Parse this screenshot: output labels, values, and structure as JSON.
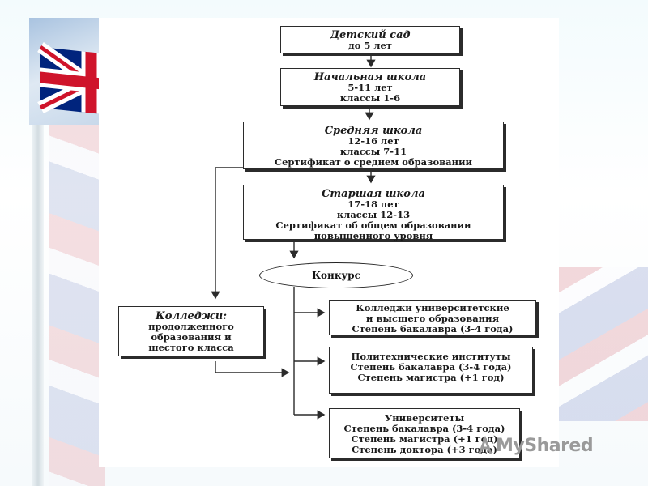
{
  "nodes": {
    "kindergarten": {
      "title": "Детский сад",
      "lines": [
        "до 5 лет"
      ]
    },
    "primary": {
      "title": "Начальная школа",
      "lines": [
        "5-11 лет",
        "классы 1-6"
      ]
    },
    "secondary": {
      "title": "Средняя школа",
      "lines": [
        "12-16 лет",
        "классы 7-11",
        "Сертификат о среднем образовании"
      ]
    },
    "senior": {
      "title": "Старшая школа",
      "lines": [
        "17-18 лет",
        "классы 12-13",
        "Сертификат об общем образовании",
        "повышенного уровня"
      ]
    },
    "contest": {
      "title": "Конкурс"
    },
    "colleges": {
      "title": "Колледжи:",
      "lines": [
        "продолженного",
        "образования и",
        "шестого класса"
      ]
    },
    "univ_colleges": {
      "lines": [
        "Колледжи университетские",
        "и высшего образования",
        "Степень бакалавра (3-4 года)"
      ]
    },
    "polytechnics": {
      "lines": [
        "Политехнические институты",
        "Степень бакалавра (3-4 года)",
        "Степень магистра (+1 год)"
      ]
    },
    "universities": {
      "lines": [
        "Университеты",
        "Степень бакалавра (3-4 года)",
        "Степень магистра (+1 год)",
        "Степень доктора (+3 года)"
      ]
    }
  },
  "watermark": "MyShared",
  "colors": {
    "line": "#2b2b2b",
    "flag_red": "#cf142b",
    "flag_blue": "#00247d"
  }
}
